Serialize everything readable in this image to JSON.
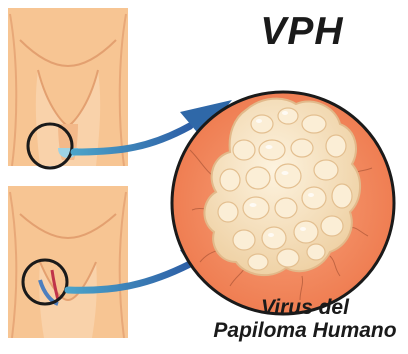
{
  "title": "VPH",
  "caption": {
    "line1": "Virus del",
    "line2": "Papiloma Humano"
  },
  "colors": {
    "skin": "#f7c89a",
    "skin_shadow": "#e8a878",
    "magnified_disc": "#f2845a",
    "wart": "#f6e3bf",
    "arrow": "#2f68a8",
    "circle_outline": "#1a1a1a"
  },
  "icons": [
    "male-anatomy-icon",
    "female-anatomy-icon",
    "magnifier-circle-icon",
    "arrow-icon",
    "wart-cluster-icon"
  ]
}
